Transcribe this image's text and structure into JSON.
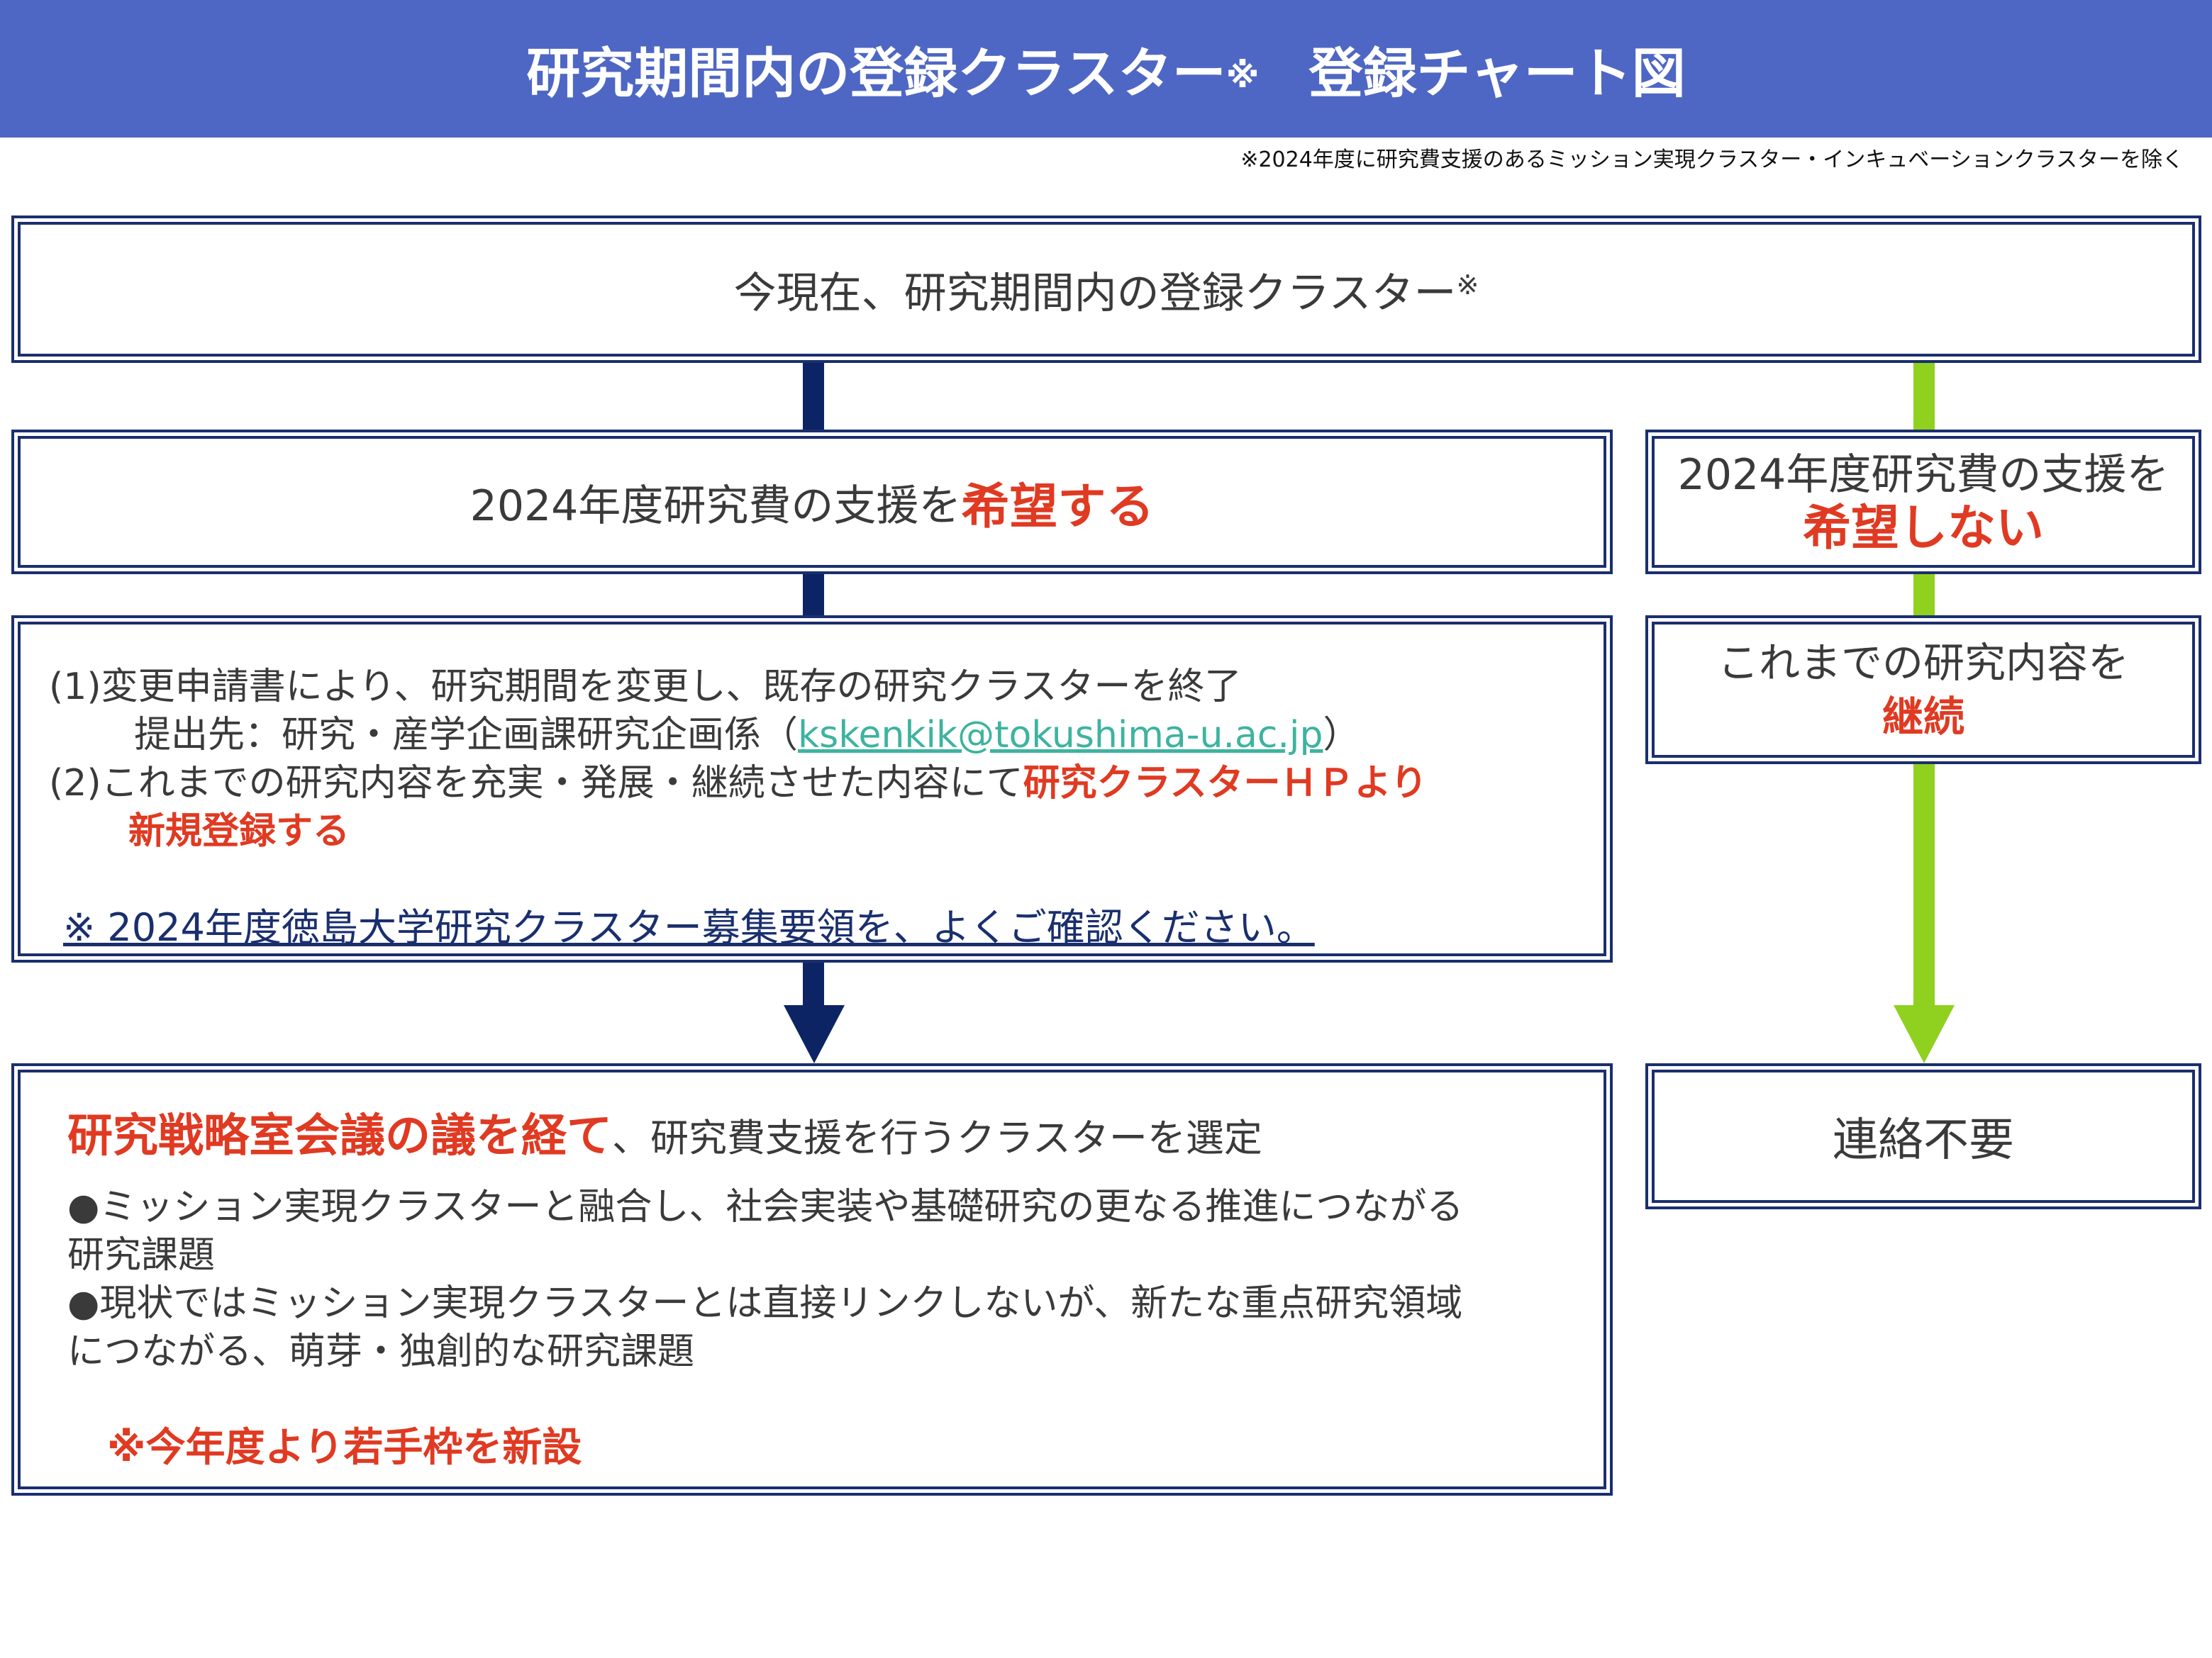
{
  "header": {
    "title": "研究期間内の登録クラスター",
    "title_mark": "※",
    "title_right": "登録チャート図"
  },
  "footnote": "※2024年度に研究費支援のあるミッション実現クラスター・インキュベーションクラスターを除く",
  "top_box": {
    "text": "今現在、研究期間内の登録クラスター",
    "mark": "※"
  },
  "left_branch": {
    "text": "2024年度研究費の支援を",
    "emphasis": "希望する"
  },
  "right_branch": {
    "line1": "2024年度研究費の支援を",
    "emphasis": "希望しない"
  },
  "steps": {
    "item1": "(1)変更申請書により、研究期間を変更し、既存の研究クラスターを終了",
    "submit_prefix": "提出先：研究・産学企画課研究企画係（",
    "submit_email": "kskenkik@tokushima-u.ac.jp",
    "submit_suffix": "）",
    "item2": "(2)これまでの研究内容を充実・発展・継続させた内容にて",
    "item2_emphasis": "研究クラスターＨＰより",
    "item2_emphasis2": "新規登録する",
    "notice": "※ 2024年度徳島大学研究クラスター募集要領を、よくご確認ください。"
  },
  "continue_box": {
    "line1": "これまでの研究内容を",
    "emphasis": "継続"
  },
  "result_box": {
    "lead_emphasis": "研究戦略室会議の議を経て",
    "lead_rest": "、研究費支援を行うクラスターを選定",
    "bullet1": "●ミッション実現クラスターと融合し、社会実装や基礎研究の更なる推進につながる",
    "bullet1_cont": "研究課題",
    "bullet2": "●現状ではミッション実現クラスターとは直接リンクしないが、新たな重点研究領域",
    "bullet2_cont": "につながる、萌芽・独創的な研究課題",
    "new_slot": "※今年度より若手枠を新設"
  },
  "no_contact_box": {
    "text": "連絡不要"
  },
  "colors": {
    "header_bg": "#4e67c4",
    "navy": "#0d2464",
    "green": "#8fd11e",
    "accent_red": "#e03a22",
    "link": "#3db3a0"
  }
}
